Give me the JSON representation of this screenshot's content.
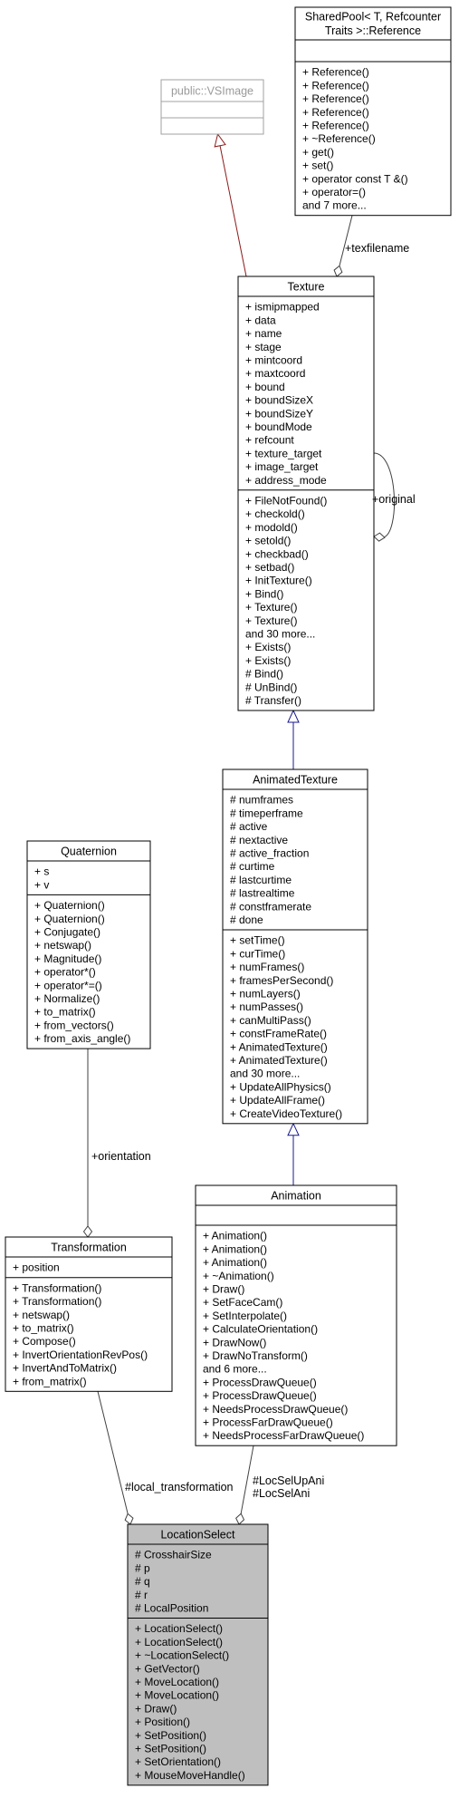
{
  "diagram": {
    "nodes": [
      {
        "id": "sharedpool",
        "title": [
          "SharedPool< T, Refcounter",
          "Traits >::Reference"
        ],
        "attributes": [],
        "methods": [
          "+ Reference()",
          "+ Reference()",
          "+ Reference()",
          "+ Reference()",
          "+ Reference()",
          "+ ~Reference()",
          "+ get()",
          "+ set()",
          "+ operator const T &()",
          "+ operator=()",
          "and 7 more..."
        ]
      },
      {
        "id": "vsimage",
        "title": [
          "public::VSImage"
        ],
        "attributes": [],
        "methods": [],
        "ghost": true
      },
      {
        "id": "texture",
        "title": [
          "Texture"
        ],
        "attributes": [
          "+ ismipmapped",
          "+ data",
          "+ name",
          "+ stage",
          "+ mintcoord",
          "+ maxtcoord",
          "+ bound",
          "+ boundSizeX",
          "+ boundSizeY",
          "+ boundMode",
          "+ refcount",
          "+ texture_target",
          "+ image_target",
          "+ address_mode"
        ],
        "methods": [
          "+ FileNotFound()",
          "+ checkold()",
          "+ modold()",
          "+ setold()",
          "+ checkbad()",
          "+ setbad()",
          "+ InitTexture()",
          "+ Bind()",
          "+ Texture()",
          "+ Texture()",
          "and 30 more...",
          "+ Exists()",
          "+ Exists()",
          "# Bind()",
          "# UnBind()",
          "# Transfer()"
        ]
      },
      {
        "id": "animatedtexture",
        "title": [
          "AnimatedTexture"
        ],
        "attributes": [
          "# numframes",
          "# timeperframe",
          "# active",
          "# nextactive",
          "# active_fraction",
          "# curtime",
          "# lastcurtime",
          "# lastrealtime",
          "# constframerate",
          "# done"
        ],
        "methods": [
          "+ setTime()",
          "+ curTime()",
          "+ numFrames()",
          "+ framesPerSecond()",
          "+ numLayers()",
          "+ numPasses()",
          "+ canMultiPass()",
          "+ constFrameRate()",
          "+ AnimatedTexture()",
          "+ AnimatedTexture()",
          "and 30 more...",
          "+ UpdateAllPhysics()",
          "+ UpdateAllFrame()",
          "+ CreateVideoTexture()"
        ]
      },
      {
        "id": "quaternion",
        "title": [
          "Quaternion"
        ],
        "attributes": [
          "+ s",
          "+ v"
        ],
        "methods": [
          "+ Quaternion()",
          "+ Quaternion()",
          "+ Conjugate()",
          "+ netswap()",
          "+ Magnitude()",
          "+ operator*()",
          "+ operator*=()",
          "+ Normalize()",
          "+ to_matrix()",
          "+ from_vectors()",
          "+ from_axis_angle()"
        ]
      },
      {
        "id": "animation",
        "title": [
          "Animation"
        ],
        "attributes": [],
        "methods": [
          "+ Animation()",
          "+ Animation()",
          "+ Animation()",
          "+ ~Animation()",
          "+ Draw()",
          "+ SetFaceCam()",
          "+ SetInterpolate()",
          "+ CalculateOrientation()",
          "+ DrawNow()",
          "+ DrawNoTransform()",
          "and 6 more...",
          "+ ProcessDrawQueue()",
          "+ ProcessDrawQueue()",
          "+ NeedsProcessDrawQueue()",
          "+ ProcessFarDrawQueue()",
          "+ NeedsProcessFarDrawQueue()"
        ]
      },
      {
        "id": "transformation",
        "title": [
          "Transformation"
        ],
        "attributes": [
          "+ position"
        ],
        "methods": [
          "+ Transformation()",
          "+ Transformation()",
          "+ netswap()",
          "+ to_matrix()",
          "+ Compose()",
          "+ InvertOrientationRevPos()",
          "+ InvertAndToMatrix()",
          "+ from_matrix()"
        ]
      },
      {
        "id": "locationselect",
        "title": [
          "LocationSelect"
        ],
        "attributes": [
          "# CrosshairSize",
          "# p",
          "# q",
          "# r",
          "# LocalPosition"
        ],
        "methods": [
          "+ LocationSelect()",
          "+ LocationSelect()",
          "+ ~LocationSelect()",
          "+ GetVector()",
          "+ MoveLocation()",
          "+ MoveLocation()",
          "+ Draw()",
          "+ Position()",
          "+ SetPosition()",
          "+ SetPosition()",
          "+ SetOrientation()",
          "+ MouseMoveHandle()"
        ],
        "highlight": true
      }
    ],
    "edges": [
      {
        "id": "texfilename",
        "label": [
          "+texfilename"
        ]
      },
      {
        "id": "original",
        "label": [
          "+original"
        ]
      },
      {
        "id": "orientation",
        "label": [
          "+orientation"
        ]
      },
      {
        "id": "local_transformation",
        "label": [
          "#local_transformation"
        ]
      },
      {
        "id": "locselani",
        "label": [
          "#LocSelUpAni",
          "#LocSelAni"
        ]
      }
    ],
    "colors": {
      "inheritance_blue": "#1a1a8c",
      "inheritance_red": "#8b1a1a",
      "association": "#404040",
      "highlight_fill": "#bfbfbf",
      "ghost_border": "#a0a0a0",
      "node_border": "#000000"
    }
  }
}
